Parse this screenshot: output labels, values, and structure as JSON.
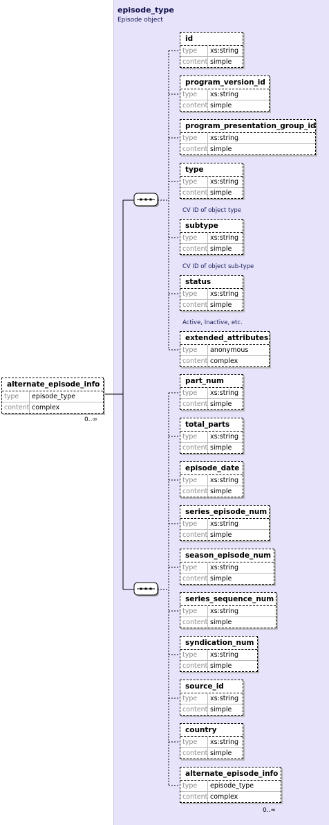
{
  "panel": {
    "title": "episode_type",
    "subtitle": "Episode object"
  },
  "root": {
    "name": "alternate_episode_info",
    "type_key": "type",
    "type_val": "episode_type",
    "content_key": "content",
    "content_val": "complex",
    "occurs": "0..∞"
  },
  "elements": [
    {
      "name": "id",
      "type": "xs:string",
      "content": "simple"
    },
    {
      "name": "program_version_id",
      "type": "xs:string",
      "content": "simple"
    },
    {
      "name": "program_presentation_group_id",
      "type": "xs:string",
      "content": "simple"
    },
    {
      "name": "type",
      "type": "xs:string",
      "content": "simple",
      "doc": "CV ID of object type"
    },
    {
      "name": "subtype",
      "type": "xs:string",
      "content": "simple",
      "doc": "CV ID of object sub-type"
    },
    {
      "name": "status",
      "type": "xs:string",
      "content": "simple",
      "doc": "Active, Inactive, etc."
    },
    {
      "name": "extended_attributes",
      "type": "anonymous",
      "content": "complex"
    },
    {
      "name": "part_num",
      "type": "xs:string",
      "content": "simple"
    },
    {
      "name": "total_parts",
      "type": "xs:string",
      "content": "simple"
    },
    {
      "name": "episode_date",
      "type": "xs:string",
      "content": "simple"
    },
    {
      "name": "series_episode_num",
      "type": "xs:string",
      "content": "simple"
    },
    {
      "name": "season_episode_num",
      "type": "xs:string",
      "content": "simple"
    },
    {
      "name": "series_sequence_num",
      "type": "xs:string",
      "content": "simple"
    },
    {
      "name": "syndication_num",
      "type": "xs:string",
      "content": "simple"
    },
    {
      "name": "source_id",
      "type": "xs:string",
      "content": "simple"
    },
    {
      "name": "country",
      "type": "xs:string",
      "content": "simple"
    },
    {
      "name": "alternate_episode_info",
      "type": "episode_type",
      "content": "complex",
      "occurs": "0..∞"
    }
  ],
  "labels": {
    "type": "type",
    "content": "content"
  }
}
